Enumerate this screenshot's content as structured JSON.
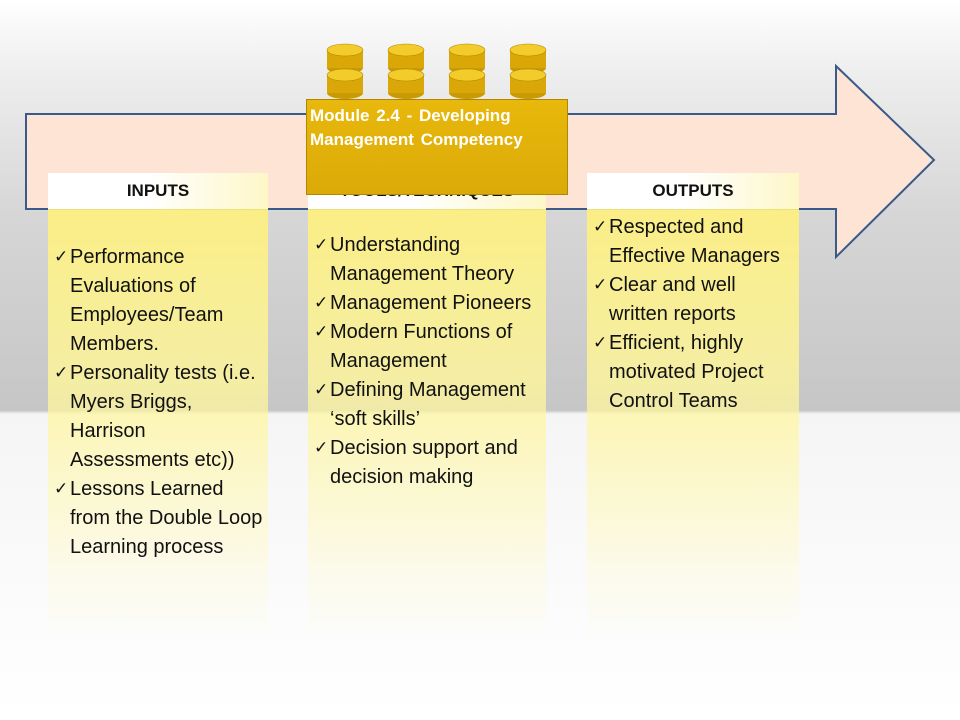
{
  "module": {
    "title": "Module  2.4 - Developing Management  Competency"
  },
  "colors": {
    "arrow_fill": "#fde4d4",
    "arrow_stroke": "#3a5a88",
    "brick": "#e2b20a",
    "stud": "#f3cb2a",
    "column_fill": "#fff39b"
  },
  "columns": [
    {
      "header": "INPUTS",
      "items": [
        "Performance Evaluations of Employees/Team Members.",
        "Personality tests (i.e. Myers Briggs, Harrison Assessments etc))",
        "Lessons Learned from the Double Loop Learning process"
      ]
    },
    {
      "header": "TOOLS/TECHNIQUES",
      "items": [
        "Understanding Management Theory",
        "Management Pioneers",
        "Modern Functions of Management",
        "Defining Management ‘soft skills’",
        "Decision support and decision making"
      ]
    },
    {
      "header": "OUTPUTS",
      "items": [
        "Respected and Effective Managers",
        "Clear and well written reports",
        "Efficient, highly motivated Project Control Teams"
      ]
    }
  ],
  "icons": {
    "check": "check-icon",
    "arrow": "right-arrow-shape",
    "brick": "lego-brick-icon"
  }
}
